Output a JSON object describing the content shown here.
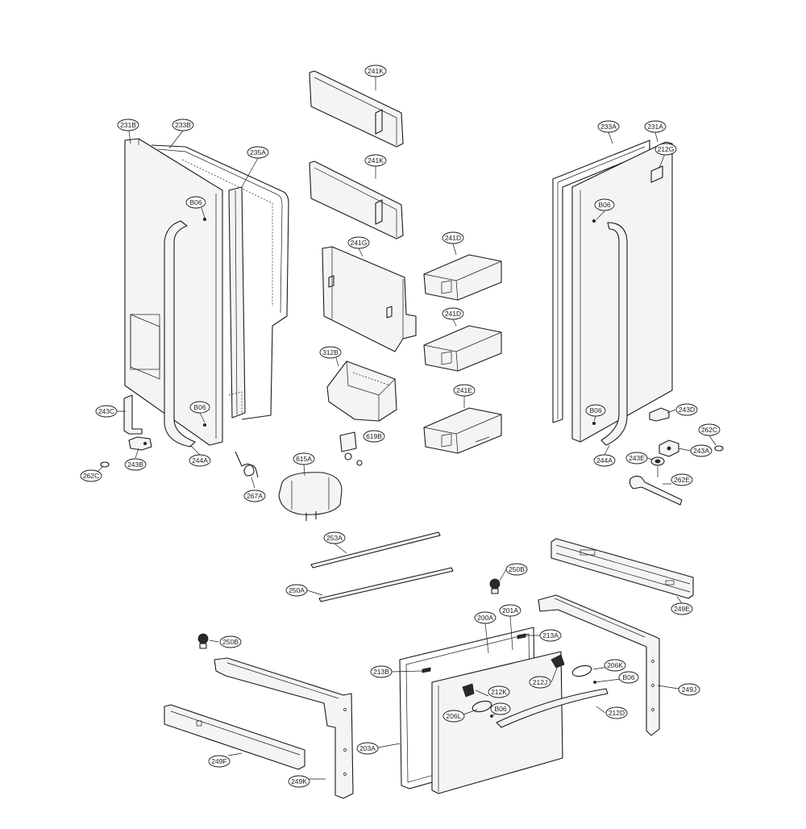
{
  "labels": {
    "l241K_top": "241K",
    "l241K_mid": "241K",
    "l231B": "231B",
    "l233B": "233B",
    "l235A": "235A",
    "l233A": "233A",
    "l231A": "231A",
    "l212G": "212G",
    "lB06_ul": "B06",
    "lB06_ur": "B06",
    "l241G": "241G",
    "l241D_top": "241D",
    "l241D_mid": "241D",
    "l312B": "312B",
    "l241E": "241E",
    "l243C": "243C",
    "lB06_ll": "B06",
    "l619B": "619B",
    "lB06_lr": "B06",
    "l243D": "243D",
    "l262C_r": "262C",
    "l243B": "243B",
    "l244A_l": "244A",
    "l615A": "615A",
    "l243E": "243E",
    "l243A": "243A",
    "l244A_r": "244A",
    "l262C_l": "262C",
    "l267A": "267A",
    "l262E": "262E",
    "l253A": "253A",
    "l250B_top": "250B",
    "l250A": "250A",
    "l249E": "249E",
    "l200A": "200A",
    "l201A": "201A",
    "l250B_left": "250B",
    "l213A": "213A",
    "l213B": "213B",
    "l206K": "206K",
    "l212J": "212J",
    "lB06_drawer_r": "B06",
    "l212K": "212K",
    "l249J": "249J",
    "lB06_drawer": "B06",
    "l206L": "206L",
    "l212D": "212D",
    "l249F": "249F",
    "l203A": "203A",
    "l249K": "249K"
  }
}
